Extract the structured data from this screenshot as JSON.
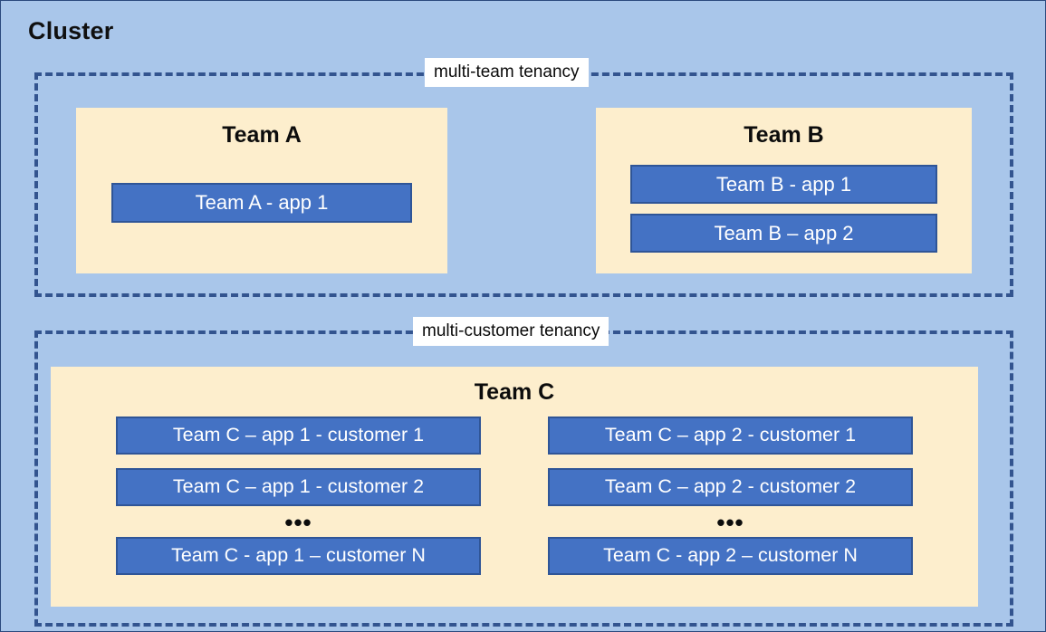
{
  "diagram": {
    "title": "Cluster",
    "background_color": "#a9c6ea",
    "card_color": "#fdeecd",
    "app_color": "#4472c4",
    "app_border_color": "#2f5597",
    "dashed_border_color": "#33548f",
    "tenancies": [
      {
        "id": "multi-team",
        "label": "multi-team tenancy",
        "teams": [
          {
            "id": "team-a",
            "title": "Team A",
            "apps": [
              "Team A - app 1"
            ]
          },
          {
            "id": "team-b",
            "title": "Team B",
            "apps": [
              "Team B - app 1",
              "Team B – app 2"
            ]
          }
        ]
      },
      {
        "id": "multi-customer",
        "label": "multi-customer tenancy",
        "teams": [
          {
            "id": "team-c",
            "title": "Team C",
            "columns": [
              {
                "id": "team-c-app-1",
                "apps_top": [
                  "Team C – app 1 - customer 1",
                  "Team C – app 1 - customer 2"
                ],
                "ellipsis": "•••",
                "apps_bottom": [
                  "Team C - app 1 – customer N"
                ]
              },
              {
                "id": "team-c-app-2",
                "apps_top": [
                  "Team C – app 2 - customer 1",
                  "Team C – app 2 - customer 2"
                ],
                "ellipsis": "•••",
                "apps_bottom": [
                  "Team C - app 2 – customer N"
                ]
              }
            ]
          }
        ]
      }
    ]
  }
}
